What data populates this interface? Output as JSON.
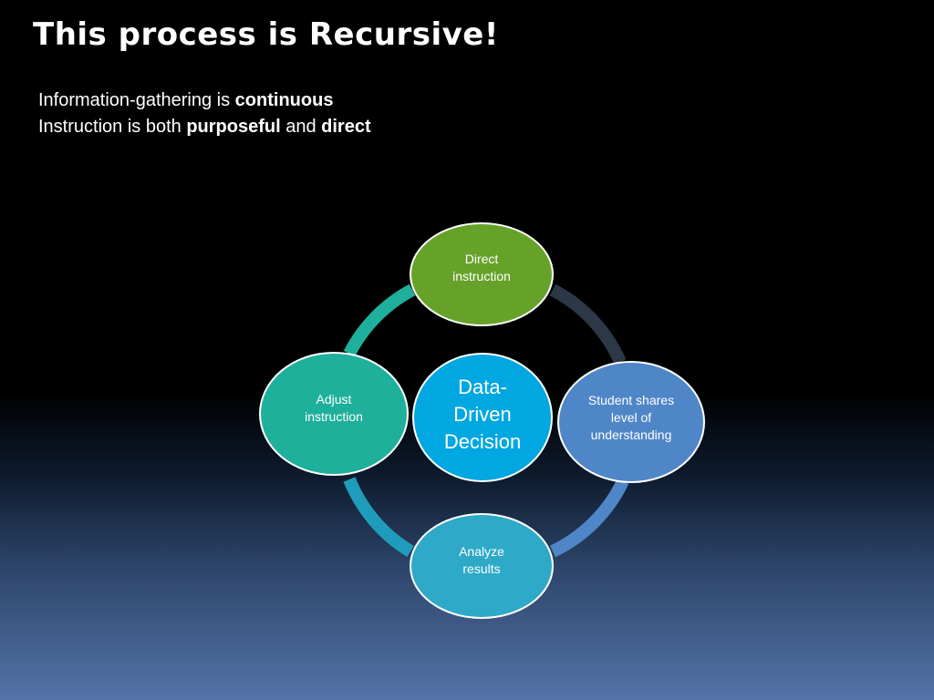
{
  "slide": {
    "title": "This process is Recursive!",
    "line1": {
      "prefix": "Information-gathering is ",
      "bold": "continuous"
    },
    "line2": {
      "prefix": "Instruction is both ",
      "bold1": "purposeful",
      "middle": " and ",
      "bold2": "direct"
    }
  },
  "cycle": {
    "center": "Data-Driven Decision",
    "steps": [
      {
        "label": "Direct instruction",
        "color": "#66a22a"
      },
      {
        "label": "Student shares level of understanding",
        "color": "#4f86c7"
      },
      {
        "label": "Analyze results",
        "color": "#2ea9c7"
      },
      {
        "label": "Adjust instruction",
        "color": "#1eb09a"
      }
    ],
    "center_color": "#00a7e0",
    "ring_colors": [
      "#2c3846",
      "#4f86c7",
      "#1f9cbb",
      "#1eb09a"
    ]
  }
}
